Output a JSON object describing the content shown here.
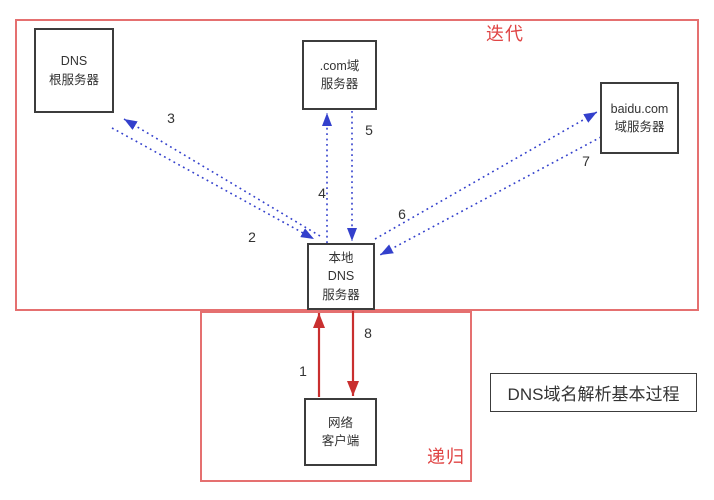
{
  "title_box": {
    "text": "DNS域名解析基本过程"
  },
  "zones": {
    "iteration": {
      "label": "迭代"
    },
    "recursion": {
      "label": "递归"
    }
  },
  "nodes": {
    "root": {
      "lines": [
        "DNS",
        "根服务器"
      ]
    },
    "com": {
      "lines": [
        ".com域",
        "服务器"
      ]
    },
    "baidu": {
      "lines": [
        "baidu.com",
        "域服务器"
      ]
    },
    "local": {
      "lines": [
        "本地",
        "DNS",
        "服务器"
      ]
    },
    "client": {
      "lines": [
        "网络",
        "客户端"
      ]
    }
  },
  "steps": {
    "1": "1",
    "2": "2",
    "3": "3",
    "4": "4",
    "5": "5",
    "6": "6",
    "7": "7",
    "8": "8"
  },
  "edges": [
    {
      "step": "1",
      "from": "网络客户端",
      "to": "本地DNS服务器",
      "style": "solid-red"
    },
    {
      "step": "2",
      "from": "本地DNS服务器",
      "to": "DNS根服务器",
      "style": "dashed-blue"
    },
    {
      "step": "3",
      "from": "DNS根服务器",
      "to": "本地DNS服务器",
      "style": "dashed-blue"
    },
    {
      "step": "4",
      "from": "本地DNS服务器",
      "to": ".com域服务器",
      "style": "dashed-blue"
    },
    {
      "step": "5",
      "from": ".com域服务器",
      "to": "本地DNS服务器",
      "style": "dashed-blue"
    },
    {
      "step": "6",
      "from": "本地DNS服务器",
      "to": "baidu.com域服务器",
      "style": "dashed-blue"
    },
    {
      "step": "7",
      "from": "baidu.com域服务器",
      "to": "本地DNS服务器",
      "style": "dashed-blue"
    },
    {
      "step": "8",
      "from": "本地DNS服务器",
      "to": "网络客户端",
      "style": "solid-red"
    }
  ],
  "colors": {
    "blue": "#3340cc",
    "red_arrow": "#c92f2f",
    "red_zone": "#e57070",
    "red_label": "#e04545",
    "box_border": "#3c3c3c",
    "text": "#333333"
  }
}
